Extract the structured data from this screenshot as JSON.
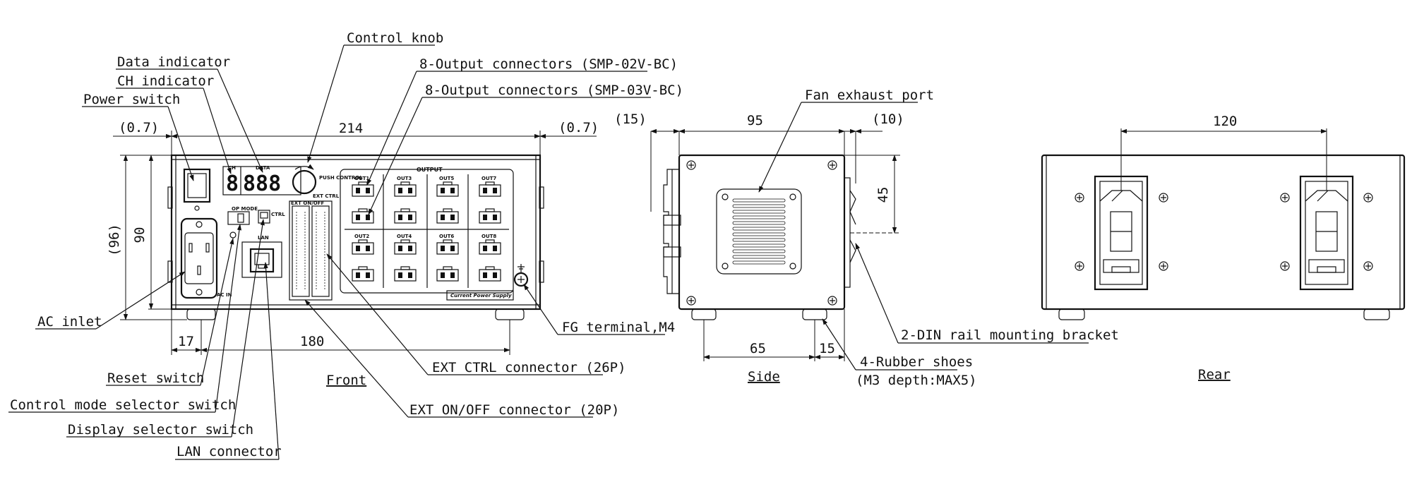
{
  "callouts": {
    "control_knob": "Control knob",
    "data_indicator": "Data indicator",
    "ch_indicator": "CH indicator",
    "power_switch": "Power switch",
    "out_smp02v": "8-Output connectors (SMP-02V-BC)",
    "out_smp03v": "8-Output connectors (SMP-03V-BC)",
    "fan_exhaust": "Fan exhaust port",
    "ac_inlet": "AC inlet",
    "reset_switch": "Reset switch",
    "control_mode": "Control mode selector switch",
    "display_selector": "Display selector switch",
    "lan_connector": "LAN connector",
    "fg_terminal": "FG terminal,M4",
    "ext_ctrl": "EXT CTRL connector (26P)",
    "ext_onoff": "EXT ON/OFF connector (20P)",
    "din_bracket": "2-DIN rail mounting bracket",
    "rubber_shoes": "4-Rubber shoes",
    "rubber_shoes_sub": "(M3 depth:MAX5)"
  },
  "dimensions": {
    "front_width": "214",
    "front_left_gap": "(0.7)",
    "front_right_gap": "(0.7)",
    "front_height_total": "(96)",
    "front_height": "90",
    "foot_offset": "17",
    "foot_pitch": "180",
    "side_left_gap": "(15)",
    "side_depth": "95",
    "side_right_gap": "(10)",
    "side_bracket_height": "45",
    "side_foot_pitch": "65",
    "side_foot_offset": "15",
    "rear_bracket_pitch": "120"
  },
  "view_labels": {
    "front": "Front",
    "side": "Side",
    "rear": "Rear"
  },
  "panel": {
    "ch": "CH",
    "data": "DATA",
    "digit_ch": "8",
    "digits_data": "888",
    "push_control": "PUSH CONTROL",
    "op_mode": "OP MODE",
    "ctrl": "CTRL",
    "lan": "LAN",
    "ac_in": "AC IN",
    "output": "OUTPUT",
    "ext_ctrl": "EXT CTRL",
    "ext_onoff": "EXT ON/OFF",
    "out_top": [
      "OUT1",
      "OUT3",
      "OUT5",
      "OUT7"
    ],
    "out_bottom": [
      "OUT2",
      "OUT4",
      "OUT6",
      "OUT8"
    ],
    "brand": "Current Power Supply"
  }
}
